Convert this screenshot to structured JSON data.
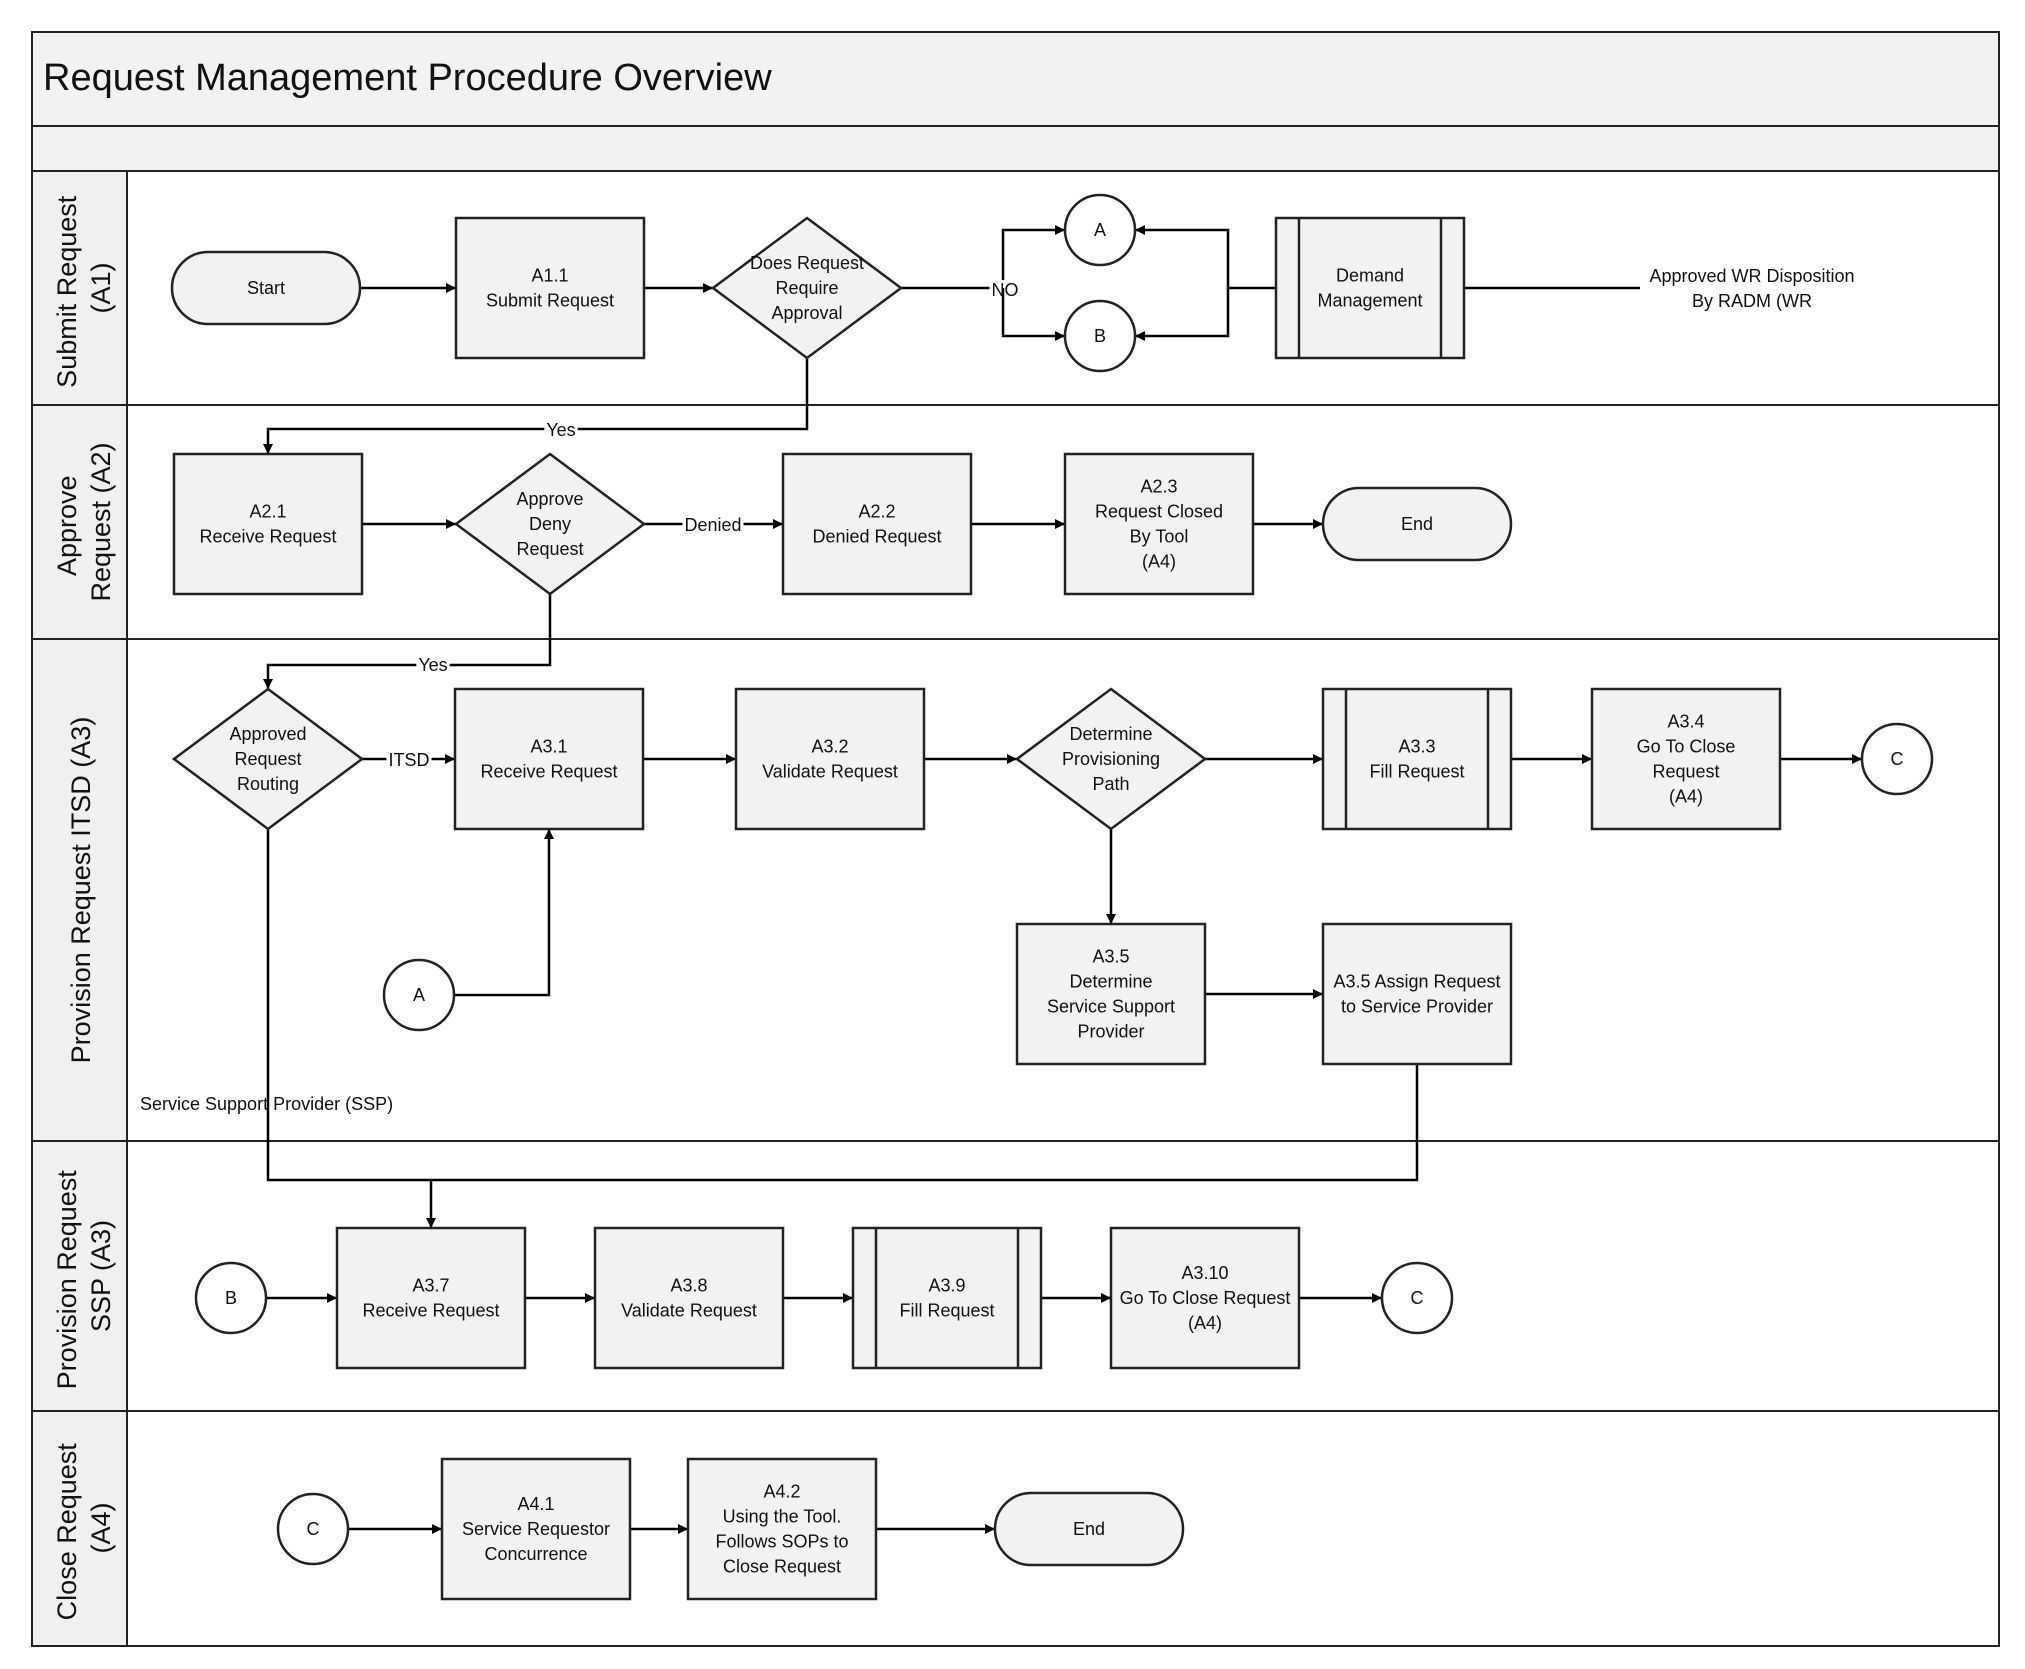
{
  "title": "Request Management Procedure Overview",
  "lanes": [
    {
      "id": "A1",
      "label_lines": [
        "Submit Request",
        "(A1)"
      ]
    },
    {
      "id": "A2",
      "label_lines": [
        "Approve",
        "Request (A2)"
      ]
    },
    {
      "id": "A3",
      "label_lines": [
        "Provision Request ITSD (A3)"
      ]
    },
    {
      "id": "A3SSP",
      "label_lines": [
        "Provision Request",
        "SSP (A3)"
      ]
    },
    {
      "id": "A4",
      "label_lines": [
        "Close Request",
        "(A4)"
      ]
    }
  ],
  "nodes": [
    {
      "id": "start",
      "shape": "terminator",
      "lines": [
        "Start"
      ]
    },
    {
      "id": "a11",
      "shape": "process",
      "lines": [
        "A1.1",
        "Submit Request"
      ]
    },
    {
      "id": "d1",
      "shape": "decision",
      "lines": [
        "Does Request",
        "Require",
        "Approval"
      ]
    },
    {
      "id": "cA1",
      "shape": "connector",
      "lines": [
        "A"
      ]
    },
    {
      "id": "cB1",
      "shape": "connector",
      "lines": [
        "B"
      ]
    },
    {
      "id": "demand",
      "shape": "subprocess",
      "lines": [
        "Demand",
        "Management"
      ]
    },
    {
      "id": "a21",
      "shape": "process",
      "lines": [
        "A2.1",
        "Receive Request"
      ]
    },
    {
      "id": "d2",
      "shape": "decision",
      "lines": [
        "Approve",
        "Deny",
        "Request"
      ]
    },
    {
      "id": "a22",
      "shape": "process",
      "lines": [
        "A2.2",
        "Denied Request"
      ]
    },
    {
      "id": "a23",
      "shape": "process",
      "lines": [
        "A2.3",
        "Request Closed",
        "By Tool",
        "(A4)"
      ]
    },
    {
      "id": "end1",
      "shape": "terminator",
      "lines": [
        "End"
      ]
    },
    {
      "id": "d3",
      "shape": "decision",
      "lines": [
        "Approved",
        "Request",
        "Routing"
      ]
    },
    {
      "id": "a31",
      "shape": "process",
      "lines": [
        "A3.1",
        "Receive Request"
      ]
    },
    {
      "id": "a32",
      "shape": "process",
      "lines": [
        "A3.2",
        "Validate Request"
      ]
    },
    {
      "id": "d4",
      "shape": "decision",
      "lines": [
        "Determine",
        "Provisioning",
        "Path"
      ]
    },
    {
      "id": "a33",
      "shape": "subprocess",
      "lines": [
        "A3.3",
        "Fill Request"
      ]
    },
    {
      "id": "a34",
      "shape": "process",
      "lines": [
        "A3.4",
        "Go To Close",
        "Request",
        "(A4)"
      ]
    },
    {
      "id": "cC1",
      "shape": "connector",
      "lines": [
        "C"
      ]
    },
    {
      "id": "cA2",
      "shape": "connector",
      "lines": [
        "A"
      ]
    },
    {
      "id": "a35d",
      "shape": "process",
      "lines": [
        "A3.5",
        "Determine",
        "Service Support",
        "Provider"
      ]
    },
    {
      "id": "a35a",
      "shape": "process",
      "lines": [
        "A3.5 Assign Request",
        "to Service Provider"
      ]
    },
    {
      "id": "cB2",
      "shape": "connector",
      "lines": [
        "B"
      ]
    },
    {
      "id": "a37",
      "shape": "process",
      "lines": [
        "A3.7",
        "Receive Request"
      ]
    },
    {
      "id": "a38",
      "shape": "process",
      "lines": [
        "A3.8",
        "Validate Request"
      ]
    },
    {
      "id": "a39",
      "shape": "subprocess",
      "lines": [
        "A3.9",
        "Fill Request"
      ]
    },
    {
      "id": "a310",
      "shape": "process",
      "lines": [
        "A3.10",
        "Go To Close Request",
        "(A4)"
      ]
    },
    {
      "id": "cC2",
      "shape": "connector",
      "lines": [
        "C"
      ]
    },
    {
      "id": "cC3",
      "shape": "connector",
      "lines": [
        "C"
      ]
    },
    {
      "id": "a41",
      "shape": "process",
      "lines": [
        "A4.1",
        "Service Requestor",
        "Concurrence"
      ]
    },
    {
      "id": "a42",
      "shape": "process",
      "lines": [
        "A4.2",
        "Using the Tool.",
        "Follows SOPs to",
        "Close  Request"
      ]
    },
    {
      "id": "end2",
      "shape": "terminator",
      "lines": [
        "End"
      ]
    }
  ],
  "edges": [
    {
      "id": "e1",
      "from": "start",
      "to": "a11",
      "label": ""
    },
    {
      "id": "e2",
      "from": "a11",
      "to": "d1",
      "label": ""
    },
    {
      "id": "e3",
      "from": "d1",
      "to": "cA1",
      "label": "NO"
    },
    {
      "id": "e4",
      "from": "d1",
      "to": "cB1",
      "label": ""
    },
    {
      "id": "e5",
      "from": "demand",
      "to": "cA1",
      "label": ""
    },
    {
      "id": "e6",
      "from": "demand",
      "to": "cB1",
      "label": ""
    },
    {
      "id": "e7",
      "from": "d1",
      "to": "a21",
      "label": "Yes"
    },
    {
      "id": "e8",
      "from": "a21",
      "to": "d2",
      "label": ""
    },
    {
      "id": "e9",
      "from": "d2",
      "to": "a22",
      "label": "Denied"
    },
    {
      "id": "e10",
      "from": "a22",
      "to": "a23",
      "label": ""
    },
    {
      "id": "e11",
      "from": "a23",
      "to": "end1",
      "label": ""
    },
    {
      "id": "e12",
      "from": "d2",
      "to": "d3",
      "label": "Yes"
    },
    {
      "id": "e13",
      "from": "d3",
      "to": "a31",
      "label": "ITSD"
    },
    {
      "id": "e14",
      "from": "a31",
      "to": "a32",
      "label": ""
    },
    {
      "id": "e15",
      "from": "a32",
      "to": "d4",
      "label": ""
    },
    {
      "id": "e16",
      "from": "d4",
      "to": "a33",
      "label": ""
    },
    {
      "id": "e17",
      "from": "a33",
      "to": "a34",
      "label": ""
    },
    {
      "id": "e18",
      "from": "a34",
      "to": "cC1",
      "label": ""
    },
    {
      "id": "e19",
      "from": "cA2",
      "to": "a31",
      "label": ""
    },
    {
      "id": "e20",
      "from": "d4",
      "to": "a35d",
      "label": ""
    },
    {
      "id": "e21",
      "from": "a35d",
      "to": "a35a",
      "label": ""
    },
    {
      "id": "e22",
      "from": "d3",
      "to": "a37",
      "label": ""
    },
    {
      "id": "e23",
      "from": "a35a",
      "to": "a37",
      "label": ""
    },
    {
      "id": "e24",
      "from": "cB2",
      "to": "a37",
      "label": ""
    },
    {
      "id": "e25",
      "from": "a37",
      "to": "a38",
      "label": ""
    },
    {
      "id": "e26",
      "from": "a38",
      "to": "a39",
      "label": ""
    },
    {
      "id": "e27",
      "from": "a39",
      "to": "a310",
      "label": ""
    },
    {
      "id": "e28",
      "from": "a310",
      "to": "cC2",
      "label": ""
    },
    {
      "id": "e29",
      "from": "cC3",
      "to": "a41",
      "label": ""
    },
    {
      "id": "e30",
      "from": "a41",
      "to": "a42",
      "label": ""
    },
    {
      "id": "e31",
      "from": "a42",
      "to": "end2",
      "label": ""
    }
  ],
  "annotations": [
    {
      "id": "radm",
      "lines": [
        "Approved WR Disposition",
        "By RADM (WR"
      ]
    },
    {
      "id": "ssp",
      "lines": [
        "Service Support Provider (SSP)"
      ]
    }
  ],
  "colors": {
    "shape_fill": "#f2f2f2",
    "lane_header_fill": "#f0f0f0",
    "stroke": "#222222",
    "edge": "#000000",
    "background": "#ffffff"
  }
}
